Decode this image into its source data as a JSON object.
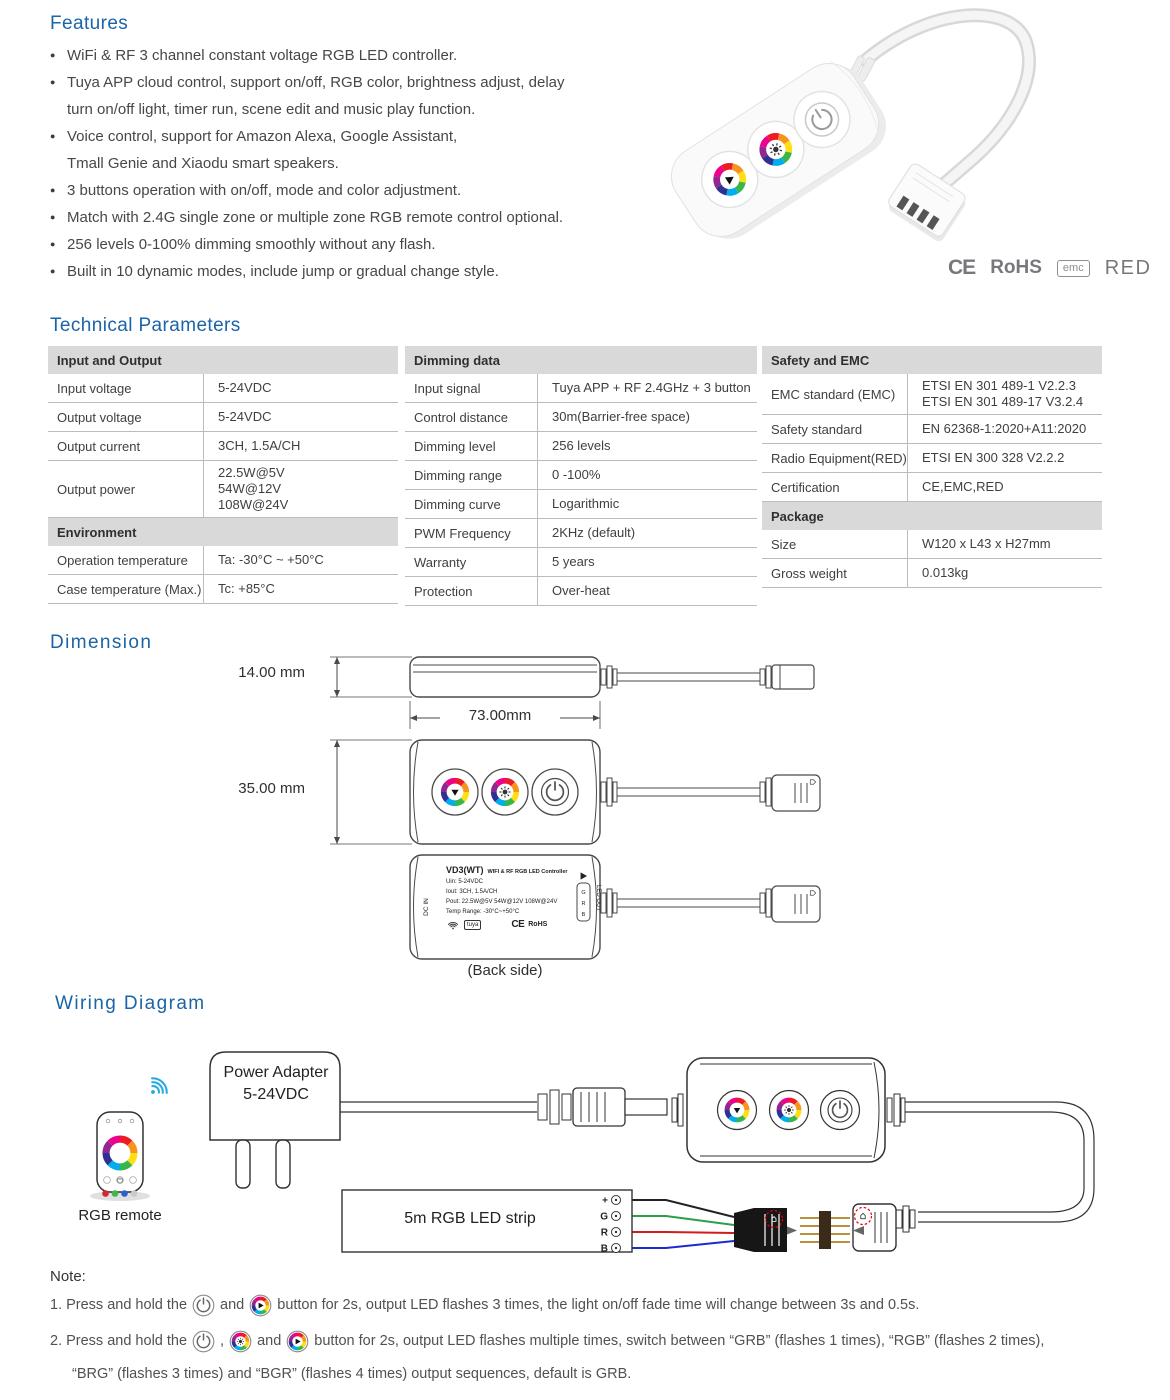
{
  "colors": {
    "heading_blue": "#1a64a7",
    "table_header_bg": "#d9d9d9",
    "cert_gray": "#77787b"
  },
  "features": {
    "title": "Features",
    "items": [
      {
        "b": "●",
        "t": "WiFi & RF 3 channel constant voltage RGB LED controller."
      },
      {
        "b": "●",
        "t": "Tuya APP cloud control, support on/off, RGB color, brightness adjust, delay"
      },
      {
        "b": "",
        "t": "turn on/off light, timer run, scene edit and music play function."
      },
      {
        "b": "●",
        "t": "Voice control, support for Amazon Alexa, Google Assistant,"
      },
      {
        "b": "",
        "t": "Tmall Genie and Xiaodu smart speakers."
      },
      {
        "b": "●",
        "t": "3 buttons operation with on/off, mode and color adjustment."
      },
      {
        "b": "●",
        "t": "Match with 2.4G single zone or multiple zone RGB remote control optional."
      },
      {
        "b": "●",
        "t": "256 levels 0-100% dimming smoothly without any flash."
      },
      {
        "b": "●",
        "t": "Built in 10 dynamic modes, include jump or gradual change style."
      }
    ]
  },
  "certs": {
    "ce": "CE",
    "rohs": "RoHS",
    "emc": "emc",
    "red": "RED"
  },
  "tech": {
    "title": "Technical Parameters",
    "t1": {
      "h1": "Input and Output",
      "rows1": [
        {
          "label": "Input voltage",
          "value": "5-24VDC"
        },
        {
          "label": "Output voltage",
          "value": "5-24VDC"
        },
        {
          "label": "Output current",
          "value": "3CH, 1.5A/CH"
        },
        {
          "label": "Output power",
          "value": "22.5W@5V\n54W@12V\n108W@24V"
        }
      ],
      "h2": "Environment",
      "rows2": [
        {
          "label": "Operation temperature",
          "value": "Ta: -30°C ~ +50°C"
        },
        {
          "label": "Case temperature (Max.)",
          "value": "Tc: +85°C"
        }
      ]
    },
    "t2": {
      "h1": "Dimming data",
      "rows1": [
        {
          "label": "Input signal",
          "value": "Tuya APP + RF 2.4GHz + 3 button"
        },
        {
          "label": "Control distance",
          "value": "30m(Barrier-free space)"
        },
        {
          "label": "Dimming level",
          "value": "256 levels"
        },
        {
          "label": "Dimming range",
          "value": "0 -100%"
        },
        {
          "label": "Dimming curve",
          "value": "Logarithmic"
        },
        {
          "label": "PWM Frequency",
          "value": "2KHz (default)"
        },
        {
          "label": "Warranty",
          "value": "5 years"
        },
        {
          "label": "Protection",
          "value": "Over-heat"
        }
      ]
    },
    "t3": {
      "h1": "Safety and EMC",
      "rows1": [
        {
          "label": "EMC standard (EMC)",
          "value": "ETSI EN 301 489-1 V2.2.3\nETSI EN 301 489-17 V3.2.4"
        },
        {
          "label": "Safety standard",
          "value": "EN 62368-1:2020+A11:2020"
        },
        {
          "label": "Radio Equipment(RED)",
          "value": "ETSI EN 300 328 V2.2.2"
        },
        {
          "label": "Certification",
          "value": "CE,EMC,RED"
        }
      ],
      "h2": "Package",
      "rows2": [
        {
          "label": "Size",
          "value": "W120 x L43 x H27mm"
        },
        {
          "label": "Gross weight",
          "value": "0.013kg"
        }
      ]
    }
  },
  "dimension": {
    "title": "Dimension",
    "height_side": "14.00 mm",
    "width_label": "73.00mm",
    "height_front": "35.00 mm",
    "back_caption": "(Back side)",
    "back_label": {
      "model": "VD3(WT)",
      "product": "WIFI & RF RGB LED Controller",
      "uin": "Uin: 5-24VDC",
      "iout": "Iout: 3CH, 1.5A/CH",
      "pout": "Pout: 22.5W@5V 54W@12V 108W@24V",
      "temp": "Temp Range: -30°C~+50°C",
      "tuya": "tuya",
      "ce": "CE",
      "rohs": "RoHS",
      "dc_in": "DC IN",
      "led_out": "LED OUT",
      "grb": [
        "G",
        "R",
        "B"
      ]
    }
  },
  "wiring": {
    "title": "Wiring Diagram",
    "adapter_line1": "Power Adapter",
    "adapter_line2": "5-24VDC",
    "strip_label": "5m RGB LED strip",
    "remote_label": "RGB remote",
    "pins": {
      "plus": "+",
      "g": "G",
      "r": "R",
      "b": "B"
    }
  },
  "notes": {
    "label": "Note:",
    "n1_pre": "1. Press and hold the",
    "n1_mid": "and",
    "n1_post": "button for 2s,  output LED flashes 3 times,  the light on/off fade time will change between 3s and 0.5s.",
    "n2_pre": "2. Press and hold the",
    "n2_comma": ",",
    "n2_mid": "and",
    "n2_post": "button for 2s, output LED flashes multiple times, switch between “GRB” (flashes 1 times), “RGB” (flashes 2 times),",
    "n2_cont": "“BRG” (flashes 3 times) and “BGR”  (flashes 4 times) output sequences, default is GRB."
  }
}
